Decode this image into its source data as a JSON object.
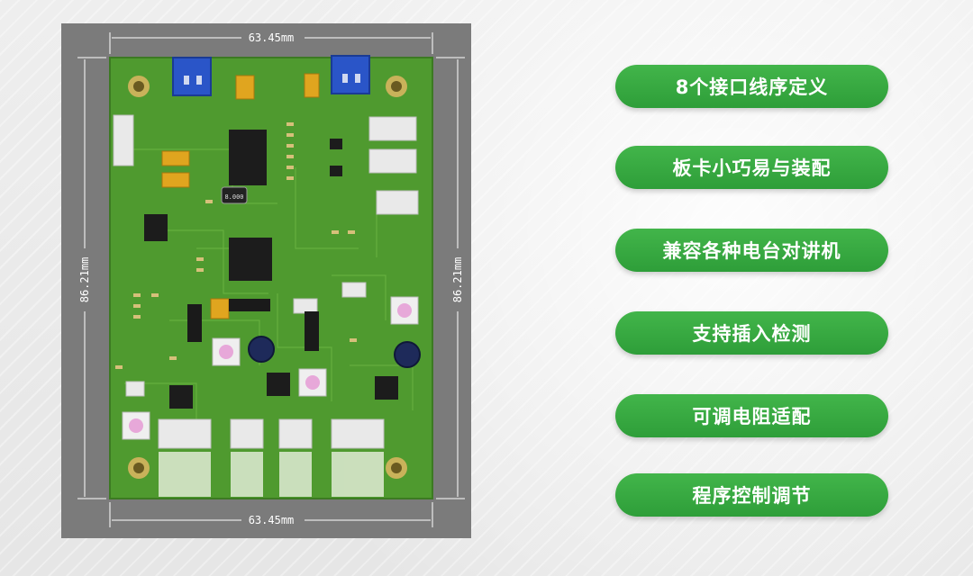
{
  "board": {
    "width_label": "63.45mm",
    "height_label": "86.21mm",
    "crystal_label": "8.000"
  },
  "features": [
    {
      "label": "8个接口线序定义"
    },
    {
      "label": "板卡小巧易与装配"
    },
    {
      "label": "兼容各种电台对讲机"
    },
    {
      "label": "支持插入检测"
    },
    {
      "label": "可调电阻适配"
    },
    {
      "label": "程序控制调节"
    }
  ],
  "colors": {
    "pcb": "#4f9a2f",
    "frame": "#7b7b7b",
    "pill": "#3aa945"
  }
}
